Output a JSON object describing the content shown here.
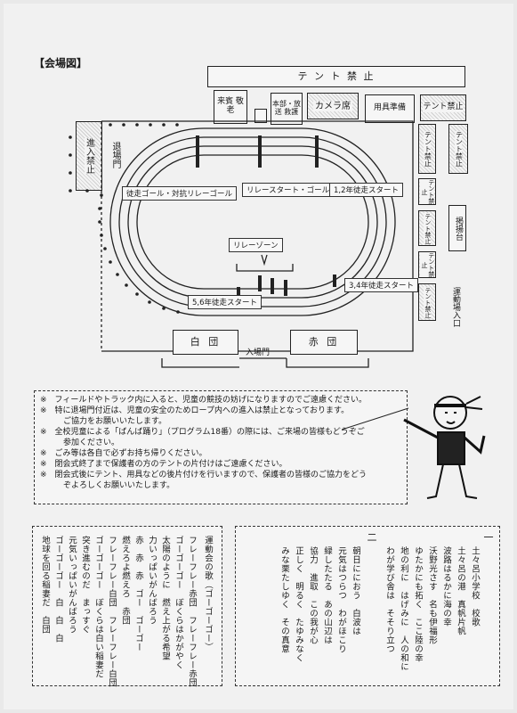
{
  "map": {
    "title": "【会場図】",
    "labels": {
      "tent_ban_top": "テ ン ト 禁 止",
      "guest": "来賓 敬老",
      "hq": "本部・放送 救護",
      "camera": "カメラ席",
      "equipment": "用具準備",
      "tent_ban_right": "テント禁止",
      "entry_ban": "進入禁止",
      "exit_gate": "退場門",
      "tent_ban_v1": "テント禁止",
      "tent_ban_v2": "テント禁止",
      "tent_ban_v3": "テント禁止",
      "tent_ban_v4": "テント禁止",
      "tent_ban_v5": "テント禁止",
      "tent_ban_v6": "テント禁止",
      "flag_stand": "掲揚台",
      "sports_entrance": "運動場入口",
      "goal_line": "徒走ゴール・対抗リレーゴール",
      "relay_start": "リレースタート・ゴール",
      "start_12": "1,2年徒走スタート",
      "relay_zone": "リレーゾーン",
      "start_56": "5,6年徒走スタート",
      "start_34": "3,4年徒走スタート",
      "white_team": "白 団",
      "red_team": "赤 団",
      "entrance_gate": "入場門"
    }
  },
  "notes": [
    "※　フィールドやトラック内に入ると、児童の競技の妨げになりますのでご遠慮ください。",
    "※　特に退場門付近は、児童の安全のためロープ内への進入は禁止となっております。",
    "ご協力をお願いいたします。",
    "※　全校児童による「ばんば踊り」（プログラム18番）の際には、ご来場の皆様もどうぞご",
    "参加ください。",
    "※　ごみ等は各自で必ずお持ち帰りください。",
    "※　閉会式終了まで保護者の方のテントの片付けはご遠慮ください。",
    "※　閉会式後にテント、用具などの後片付けを行いますので、保護者の皆様のご協力をどう",
    "ぞよろしくお願いいたします。"
  ],
  "school_song": {
    "title": "土々呂小学校　校歌",
    "verse1_num": "一",
    "verse1": [
      "土々呂の港　真帆片帆",
      "波路はるかに海の幸",
      "沃野光さす　名も伊福形",
      "ゆたかにも拓く　ここ陸の幸",
      "地の利に　はげみに　人の和に",
      "わが学び舎は　そそり立つ"
    ],
    "verse2_num": "二",
    "verse2": [
      "朝日ににおう　白波は",
      "元気はつらつ　わがほこり",
      "緑したたる　あの山辺は",
      "協力　進取　この我が心",
      "正しく　明るく　たゆみなく",
      "みな栗たしゆく　その真意"
    ]
  },
  "cheer_song": {
    "title": "運動会の歌（ゴーゴーゴー）",
    "lines": [
      "フレーフレー赤団　フレーフレー赤団",
      "ゴーゴーゴー　ぼくらはかがやく",
      "太陽のように　燃え上がる希望",
      "力いっぱいがんばろう",
      "赤　赤　赤　ゴー　ゴーゴー",
      "燃えろよ燃えろ　赤団",
      "フレーフレー白団　フレーフレー白団",
      "ゴーゴーゴー　ぼくらは白い稲妻だ",
      "突き進むのだ　まっすぐ",
      "元気いっぱいがんばろう",
      "ゴーゴーゴー　白　白　白",
      "地球を回る稲妻だ　白団"
    ]
  }
}
